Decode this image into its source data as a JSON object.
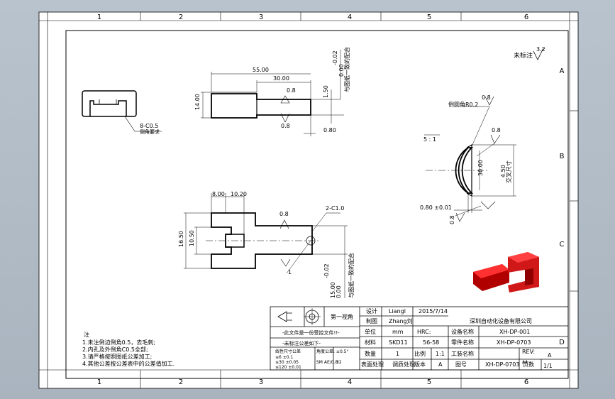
{
  "columns": [
    "1",
    "2",
    "3",
    "4",
    "5",
    "6"
  ],
  "rows": [
    "A",
    "B",
    "C",
    "D"
  ],
  "roughness": {
    "label": "未标注",
    "value": "3.2"
  },
  "side_view": {
    "dims": {
      "total": "55.00",
      "step": "30.00",
      "height": "14.00",
      "slot": "1.50",
      "gap": "0.80"
    },
    "tol_top": "-0.02",
    "tol_bottom": "0.00",
    "tol_note": "与图纸一致的配合",
    "surf": "0.8"
  },
  "end_view": {
    "chamfer_note": "8-C0.5",
    "chamfer_note2": "倒角要求"
  },
  "top_view": {
    "dims": {
      "d1": "8.00",
      "d2": "10.20",
      "w1": "16.50",
      "w2": "10.50",
      "pin": "15.00"
    },
    "chamfer": "2-C1.0",
    "tol_top": "-0.02",
    "tol_bottom": "0.00",
    "tol_note": "与图纸一致的配合",
    "surf": "0.8",
    "label": "1"
  },
  "section_view": {
    "scale": "5 : 1",
    "fillet": "倒圆角R0.2",
    "surf": "0.8",
    "dim_30": "30.00",
    "dim_45": "4.50",
    "dim_45_note": "交叉尺寸",
    "thk": "0.80 ±0.01"
  },
  "title_block": {
    "projection": "第一视角",
    "row1": {
      "label": "设计",
      "name": "Liangl",
      "date": "2015/7/14"
    },
    "row2": {
      "label": "制图",
      "name": "Zhang刘"
    },
    "company": "深圳自动化设备有限公司",
    "row3": {
      "label": "单位",
      "value": "mm",
      "hrc_label": "HRC:",
      "eq_label": "设备名称",
      "eq_value": "XH-DP-001"
    },
    "row4": {
      "label": "材料",
      "value": "SKD11",
      "hrc": "56-58",
      "part_label": "零件名称",
      "part_value": "XH-DP-0703"
    },
    "row5": {
      "label": "数量",
      "value": "1",
      "scale_label": "比例",
      "scale": "1:1",
      "tool_label": "工装名称",
      "rev_label": "REV:",
      "rev": "A"
    },
    "row6": {
      "label": "表面处理",
      "value": "调质处理",
      "ver_label": "版本",
      "ver": "A",
      "no_label": "图号",
      "no": "XH-DP-0703",
      "page_label": "页数",
      "page": "1/1",
      "sheet": "A4"
    },
    "warn": "-此文件是一份受控文件!!-",
    "gen_tol": "-未标注公差如下-",
    "tol_head": "线性尺寸公差",
    "tol_angle": "角度公差: ±0.5°",
    "tol_rows": [
      " ≤6    ±0.1",
      " ≤30  ±0.05",
      " ≤120 ±0.01"
    ],
    "tol_extra": "SM AE/0.8",
    "tol_extra2": "32"
  },
  "notes": {
    "title": "注",
    "lines": [
      "1.未注倒边倒角0.5，去毛刺;",
      "2.内孔及外倒角C0.5全部;",
      "3.请严格按照图纸公差加工;",
      "4.其他公差按公差表中的公差值加工."
    ]
  },
  "colors": {
    "part": "#e01010",
    "line": "#000000",
    "paper": "#ffffff"
  }
}
